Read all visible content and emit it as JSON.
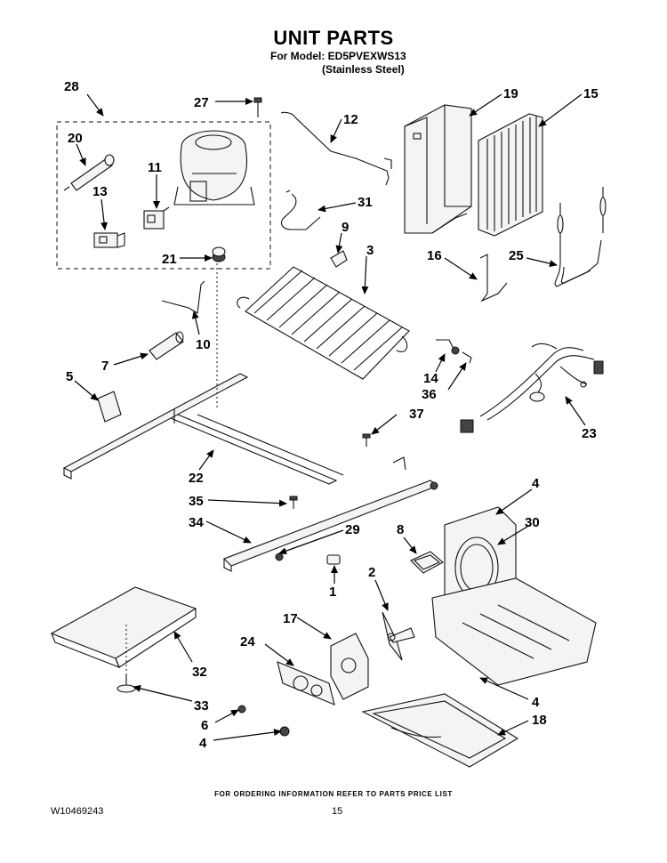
{
  "header": {
    "title": "UNIT PARTS",
    "model_line": "For Model: ED5PVEXWS13",
    "variant_line": "(Stainless Steel)"
  },
  "callouts": {
    "c1": "1",
    "c2": "2",
    "c3": "3",
    "c4a": "4",
    "c4b": "4",
    "c4c": "4",
    "c5": "5",
    "c6": "6",
    "c7": "7",
    "c8": "8",
    "c9": "9",
    "c10": "10",
    "c11": "11",
    "c12": "12",
    "c13": "13",
    "c14": "14",
    "c15": "15",
    "c16": "16",
    "c17": "17",
    "c18": "18",
    "c19": "19",
    "c20": "20",
    "c21": "21",
    "c22": "22",
    "c23": "23",
    "c24": "24",
    "c25": "25",
    "c27": "27",
    "c28": "28",
    "c29": "29",
    "c30": "30",
    "c31": "31",
    "c32": "32",
    "c33": "33",
    "c34": "34",
    "c35": "35",
    "c36": "36",
    "c37": "37"
  },
  "footer": {
    "ordering_note": "FOR ORDERING INFORMATION REFER TO PARTS PRICE LIST",
    "document_number": "W10469243",
    "page_number": "15"
  }
}
